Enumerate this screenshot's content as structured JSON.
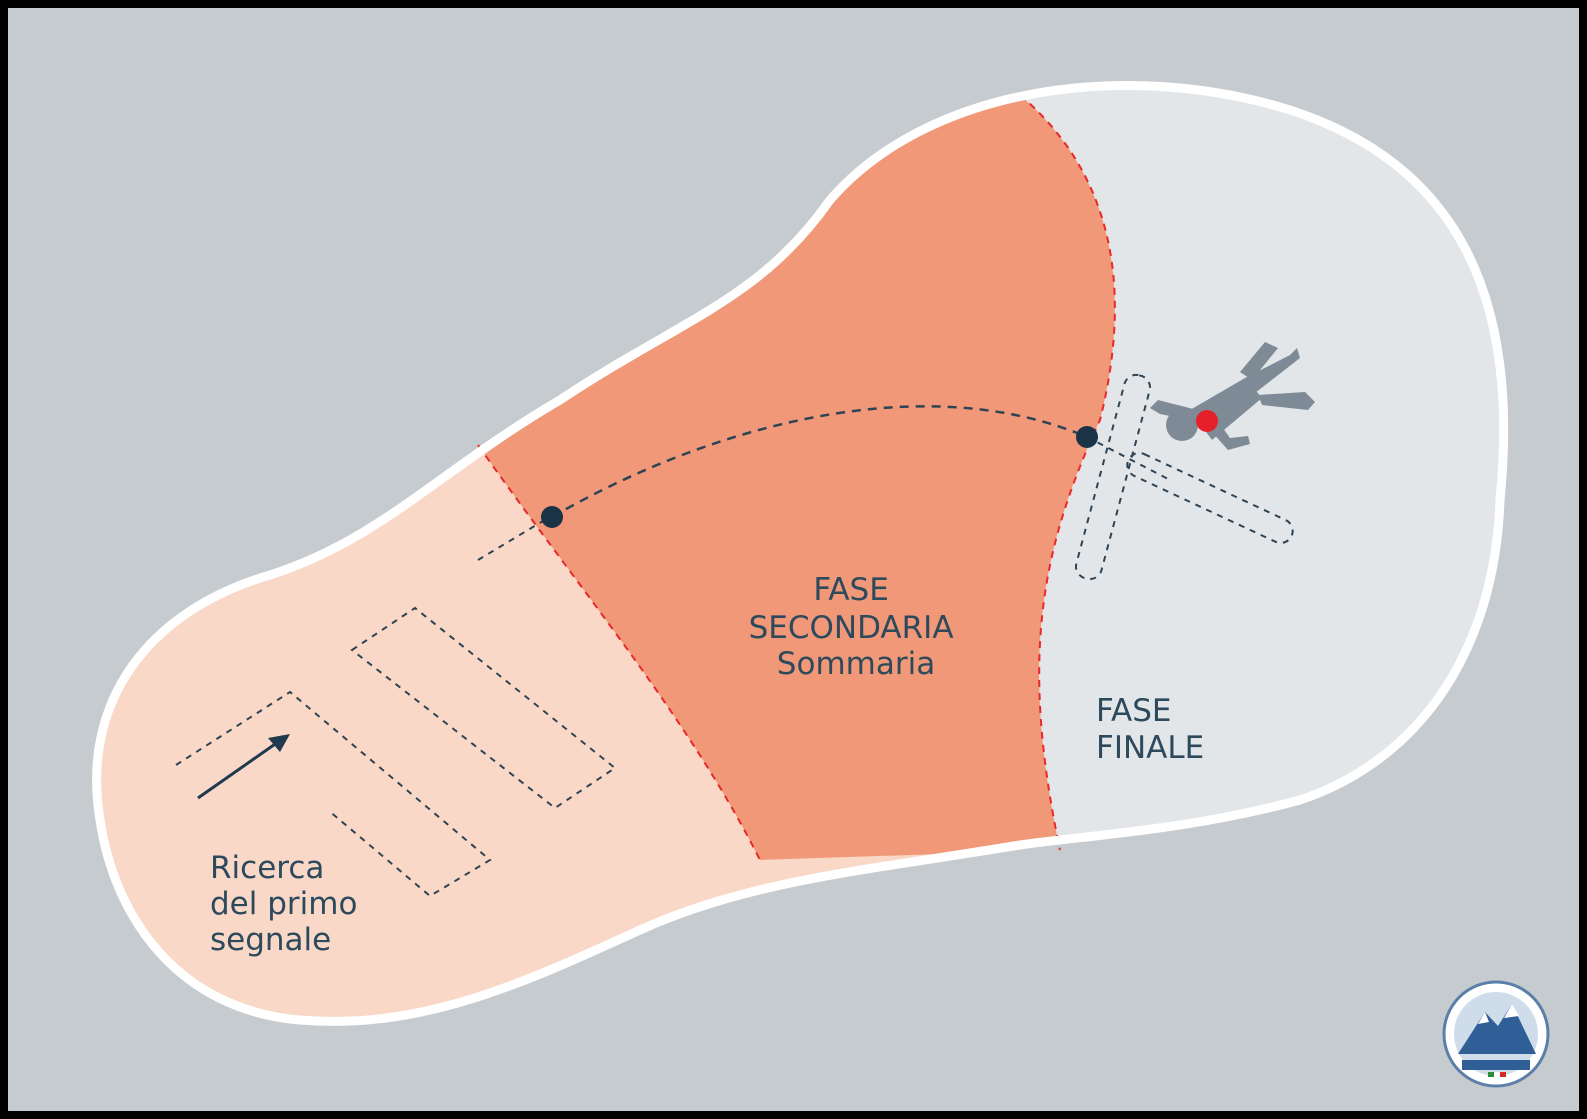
{
  "colors": {
    "frame": "#000000",
    "background": "#c6cbd0",
    "zone_first_signal": "#f9d8c7",
    "zone_secondary": "#f19878",
    "zone_final": "#e3e6e9",
    "boundary_dash": "#e8282b",
    "path_dash": "#2e4454",
    "marker": "#1a3346",
    "victim": "#7e8b96",
    "victim_signal": "#e5202a",
    "outline": "#ffffff"
  },
  "zones": {
    "first_signal": {
      "lines": [
        "Ricerca",
        "del primo",
        "segnale"
      ]
    },
    "secondary": {
      "lines": [
        "FASE",
        "SECONDARIA",
        "Sommaria"
      ]
    },
    "final": {
      "lines": [
        "FASE",
        "FINALE"
      ]
    }
  },
  "icons": {
    "direction": "arrow-icon",
    "victim": "buried-person-icon",
    "logo": "mountain-rescue-emblem-icon"
  }
}
